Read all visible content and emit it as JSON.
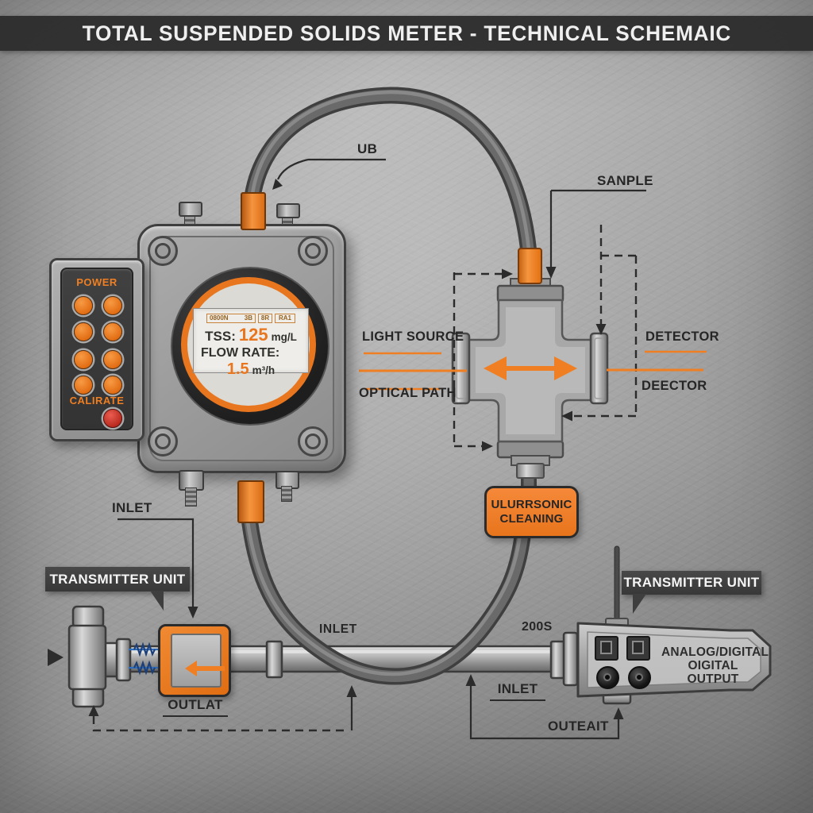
{
  "title": "TOTAL SUSPENDED SOLIDS METER - TECHNICAL SCHEMAIC",
  "colors": {
    "accent": "#ef7f22",
    "panel_dark": "#3a3a3c",
    "red_button": "#c9302a",
    "blue_coupling": "#2e6fc0"
  },
  "meter": {
    "display": {
      "status": [
        "0800N",
        "3B",
        "8R",
        "RA1"
      ],
      "tss_label": "TSS:",
      "tss_value": "125",
      "tss_unit": "mg/L",
      "flow_label": "FLOW RATE:",
      "flow_value": "1.5",
      "flow_unit": "m³/h"
    },
    "keypad": {
      "power": "POWER",
      "calibrate": "CALIRATE"
    }
  },
  "flow_cell": {
    "light_source": "LIGHT SOURCE",
    "optical_path": "OPTICAL PATH",
    "detector_top": "DETECTOR",
    "detector_bottom": "DEECTOR",
    "sample": "SANPLE",
    "tube": "UB"
  },
  "ultrasonic": {
    "line1": "ULURRSONIC",
    "line2": "CLEANING"
  },
  "station_left": {
    "badge": "TRANSMITTER UNIT",
    "inlet": "INLET",
    "outlet": "OUTLAT"
  },
  "station_right": {
    "badge": "TRANSMITTER UNIT",
    "output_line1": "ANALOG/DIGITAL",
    "output_line2": "OIGITAL OUTPUT",
    "inlet": "INLET",
    "outlet": "OUTEAIT",
    "code": "200S"
  },
  "pipeline": {
    "inlet_mid": "INLET"
  }
}
